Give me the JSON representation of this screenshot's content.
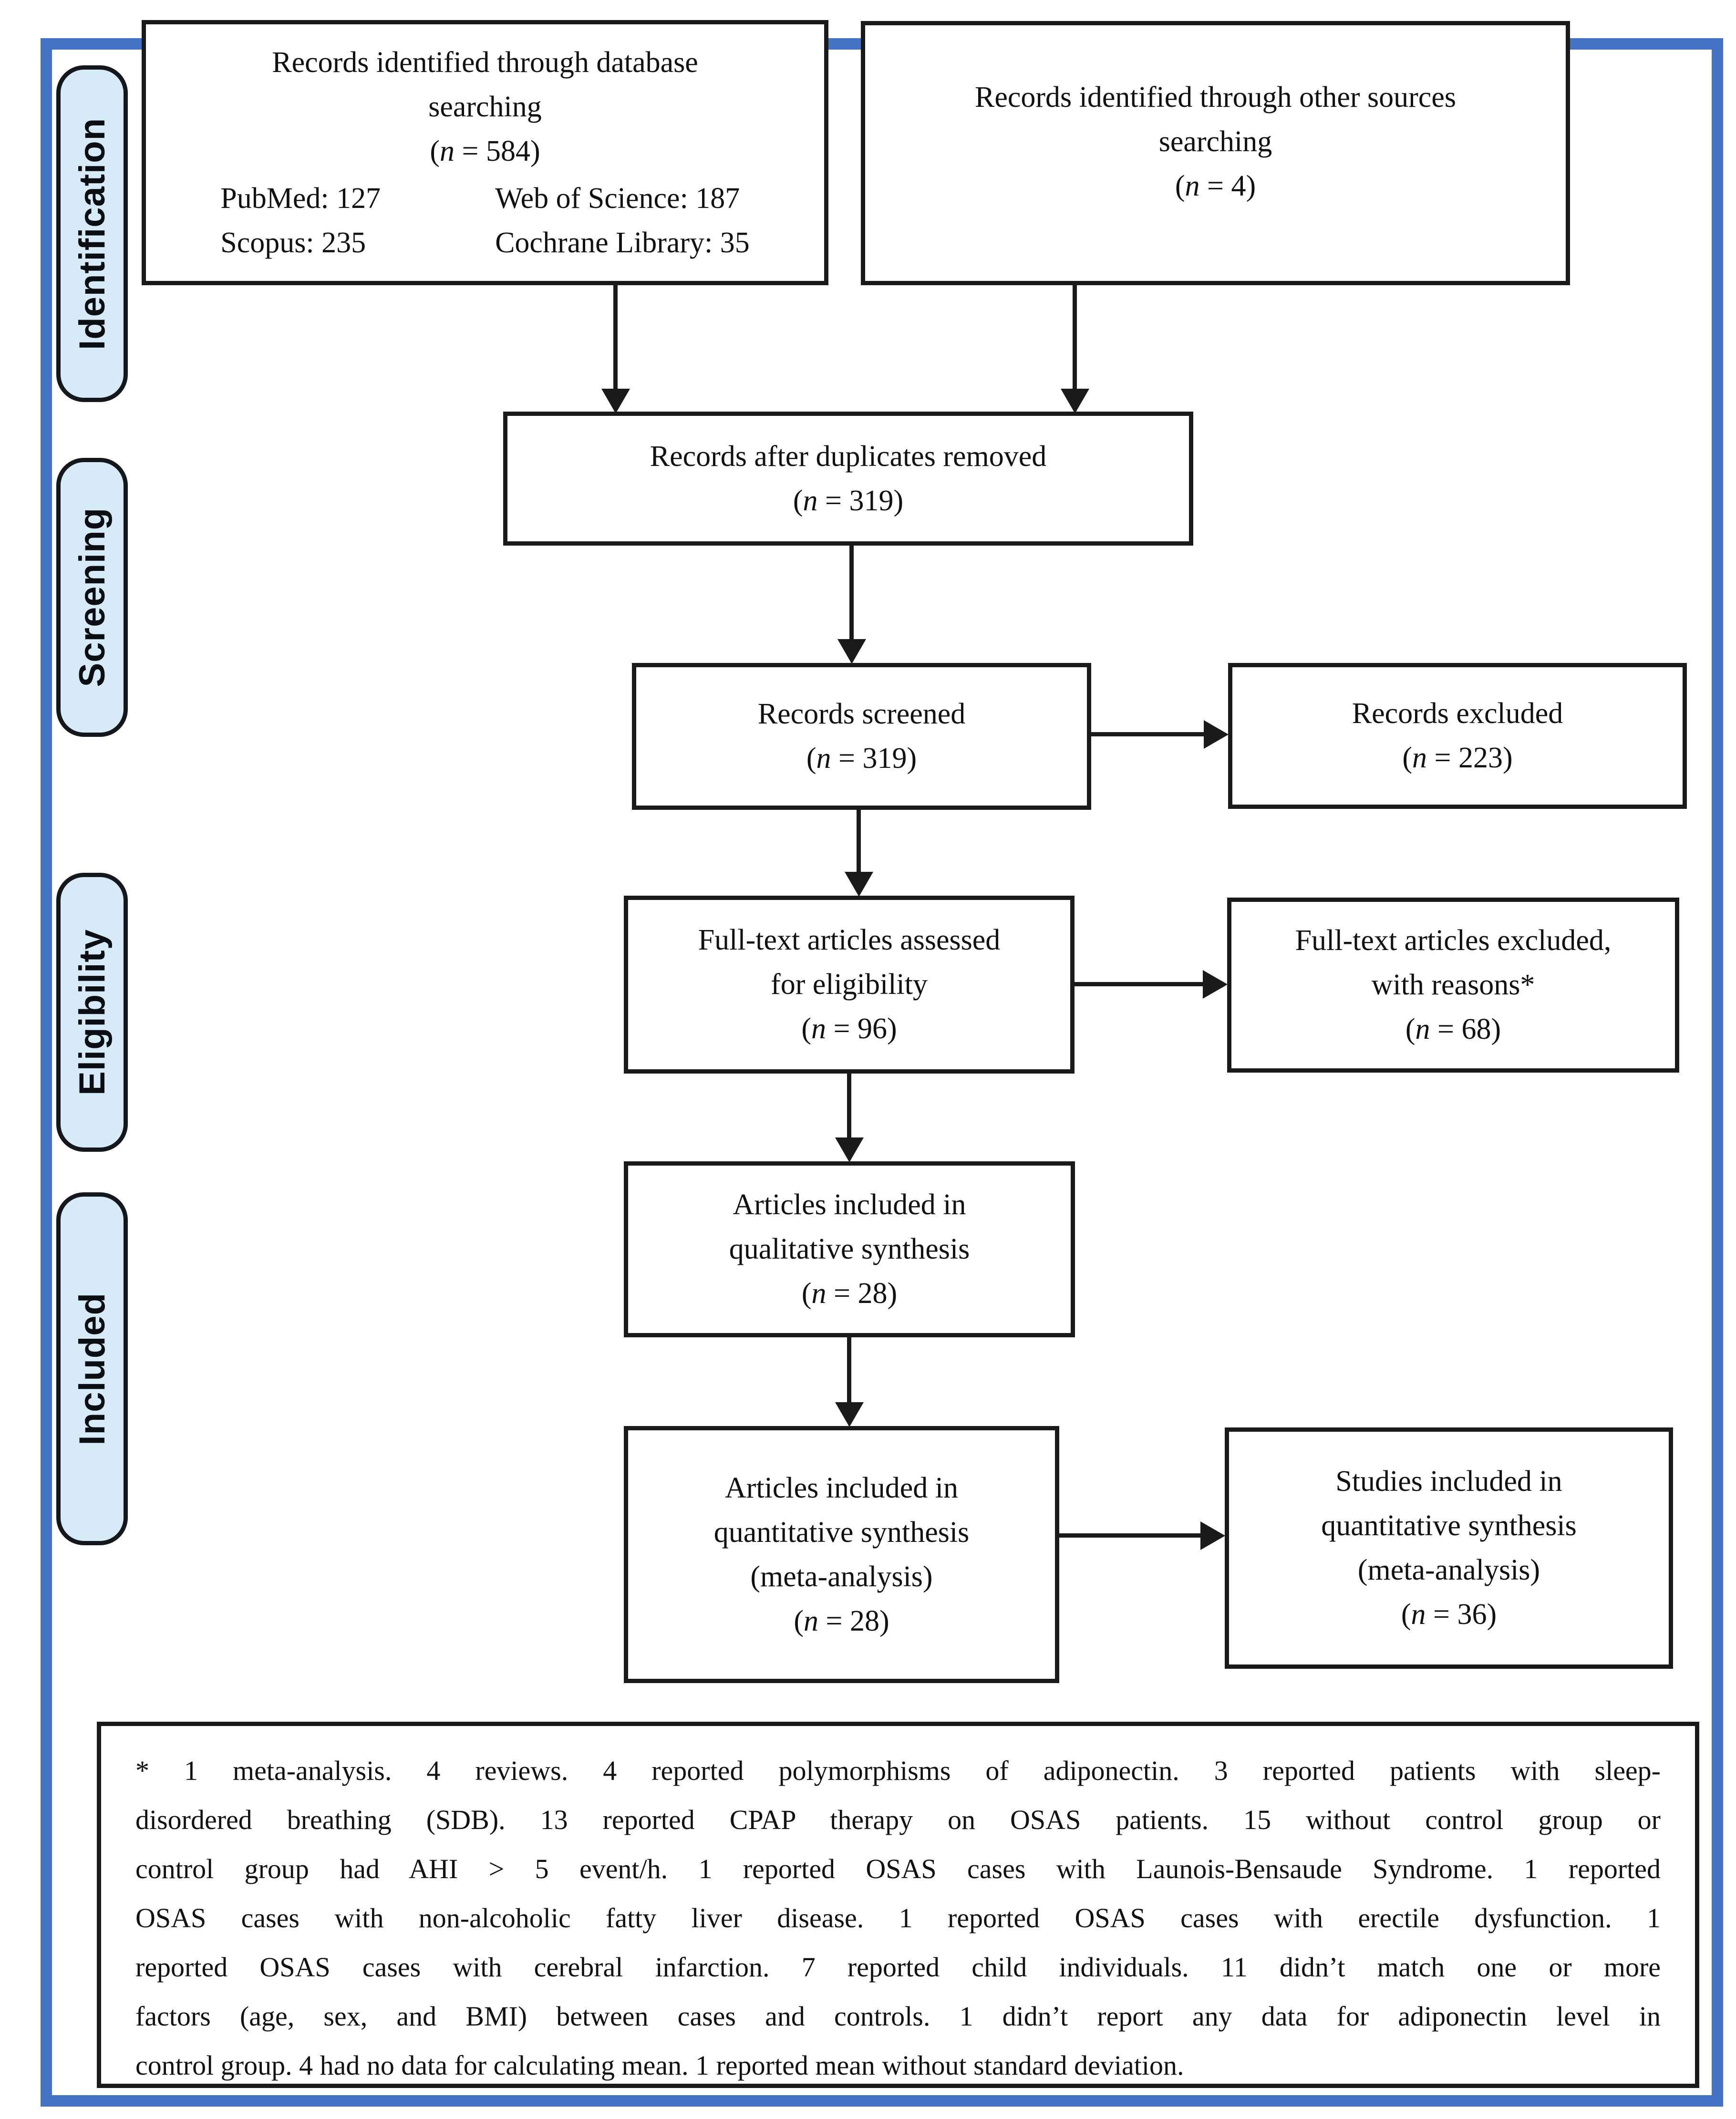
{
  "colors": {
    "frame_blue": "#4472c4",
    "stage_fill": "#d6eaf8",
    "stage_border": "#14181c",
    "box_border": "#1a1a1a",
    "text": "#111111"
  },
  "stages": {
    "identification": "Identification",
    "screening": "Screening",
    "eligibility": "Eligibility",
    "included": "Included"
  },
  "boxes": {
    "records_db": {
      "lines": [
        "Records identified through database",
        "searching"
      ],
      "count": "(n = 584)",
      "sources": {
        "col1": [
          "PubMed: 127",
          "Scopus: 235"
        ],
        "col2": [
          "Web of Science: 187",
          "Cochrane Library: 35"
        ]
      }
    },
    "records_other": {
      "lines": [
        "Records identified through other sources",
        "searching"
      ],
      "count": "(n = 4)"
    },
    "duplicates_removed": {
      "lines": [
        "Records after duplicates removed"
      ],
      "count": "(n = 319)"
    },
    "records_screened": {
      "lines": [
        "Records screened"
      ],
      "count": "(n = 319)"
    },
    "records_excluded": {
      "lines": [
        "Records excluded"
      ],
      "count": "(n = 223)"
    },
    "fulltext_assessed": {
      "lines": [
        "Full-text articles assessed",
        "for eligibility"
      ],
      "count": "(n = 96)"
    },
    "fulltext_excluded": {
      "lines": [
        "Full-text articles excluded,",
        "with reasons*"
      ],
      "count": "(n = 68)"
    },
    "qualitative_synthesis": {
      "lines": [
        "Articles included in",
        "qualitative synthesis"
      ],
      "count": "(n = 28)"
    },
    "quantitative_synthesis": {
      "lines": [
        "Articles included in",
        "quantitative synthesis",
        "(meta-analysis)"
      ],
      "count": "(n = 28)"
    },
    "studies_quantitative": {
      "lines": [
        "Studies included in",
        "quantitative synthesis",
        "(meta-analysis)"
      ],
      "count": "(n = 36)"
    }
  },
  "footnote": {
    "lines": [
      "* 1 meta-analysis. 4 reviews. 4 reported polymorphisms of adiponectin. 3 reported patients with sleep-",
      "disordered breathing (SDB). 13 reported CPAP therapy on OSAS patients. 15 without control group or",
      "control group had AHI > 5 event/h. 1 reported OSAS cases with Launois-Bensaude Syndrome. 1 reported",
      "OSAS cases with non-alcoholic fatty liver disease. 1 reported OSAS cases with erectile dysfunction. 1",
      "reported OSAS cases with cerebral infarction. 7 reported child individuals. 11 didn’t match one or more",
      "factors (age, sex, and BMI) between cases and controls. 1 didn’t report any data for adiponectin level in",
      "control group. 4 had no data for calculating mean. 1 reported mean without standard deviation."
    ]
  }
}
